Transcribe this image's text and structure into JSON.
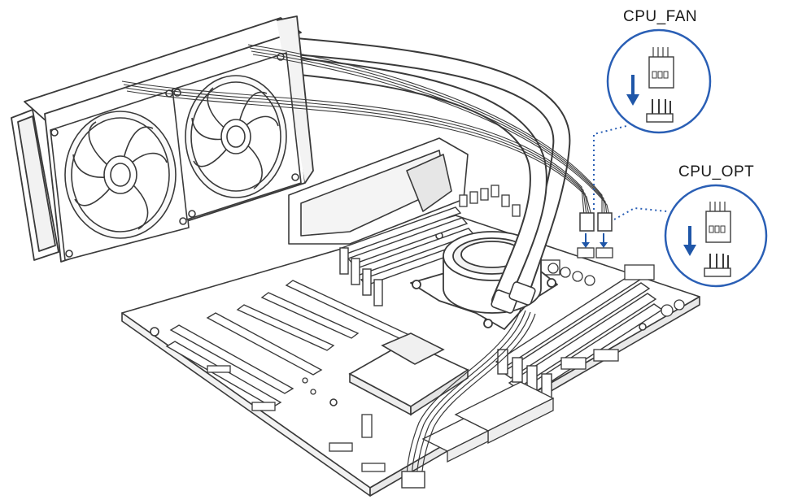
{
  "callouts": {
    "cpu_fan": {
      "label": "CPU_FAN"
    },
    "cpu_opt": {
      "label": "CPU_OPT"
    }
  },
  "colors": {
    "line": "#3a3a3a",
    "arrow": "#1f56a8",
    "connector_pins": "#2a5fb5",
    "background": "#ffffff"
  },
  "icons": [
    "radiator",
    "fan",
    "motherboard",
    "cpu-pump",
    "cable",
    "header-connector",
    "down-arrow"
  ]
}
